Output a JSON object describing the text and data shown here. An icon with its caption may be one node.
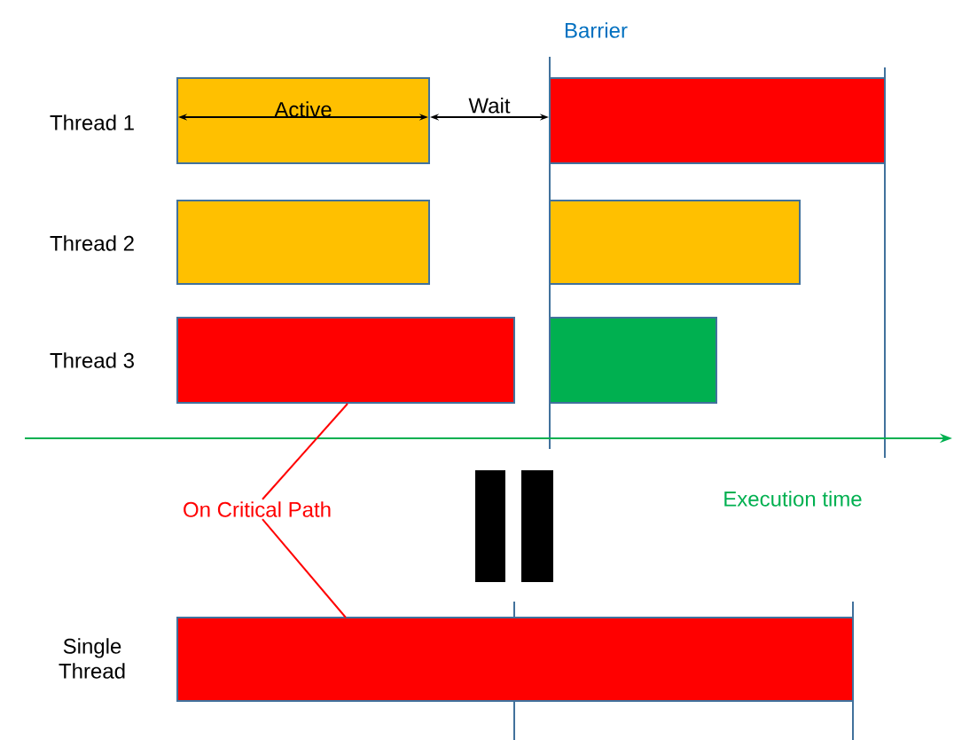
{
  "diagram": {
    "nodes": [
      {
        "text": [
          "Active"
        ]
      },
      {
        "text": [],
        "shape": "box"
      },
      {
        "text": [],
        "shape": "box"
      },
      {
        "text": [],
        "shape": "box"
      },
      {
        "text": [],
        "shape": "box"
      },
      {
        "text": [],
        "shape": "box"
      },
      {
        "text": [
          "On Critical Path"
        ]
      },
      {
        "text": [],
        "shape": "box"
      }
    ],
    "edges": [
      {
        "from": 0,
        "to": 1,
        "arrow": "both",
        "label": "Wait",
        "color": "#000000"
      },
      {
        "from": 6,
        "to": 4,
        "arrow": "none",
        "color": "#ff0000"
      },
      {
        "from": 6,
        "to": 7,
        "arrow": "none",
        "color": "#ff0000"
      }
    ],
    "labels": [
      "Barrier",
      "Thread 1",
      "Thread 2",
      "Thread 3",
      "Execution time",
      "Single Thread"
    ]
  }
}
